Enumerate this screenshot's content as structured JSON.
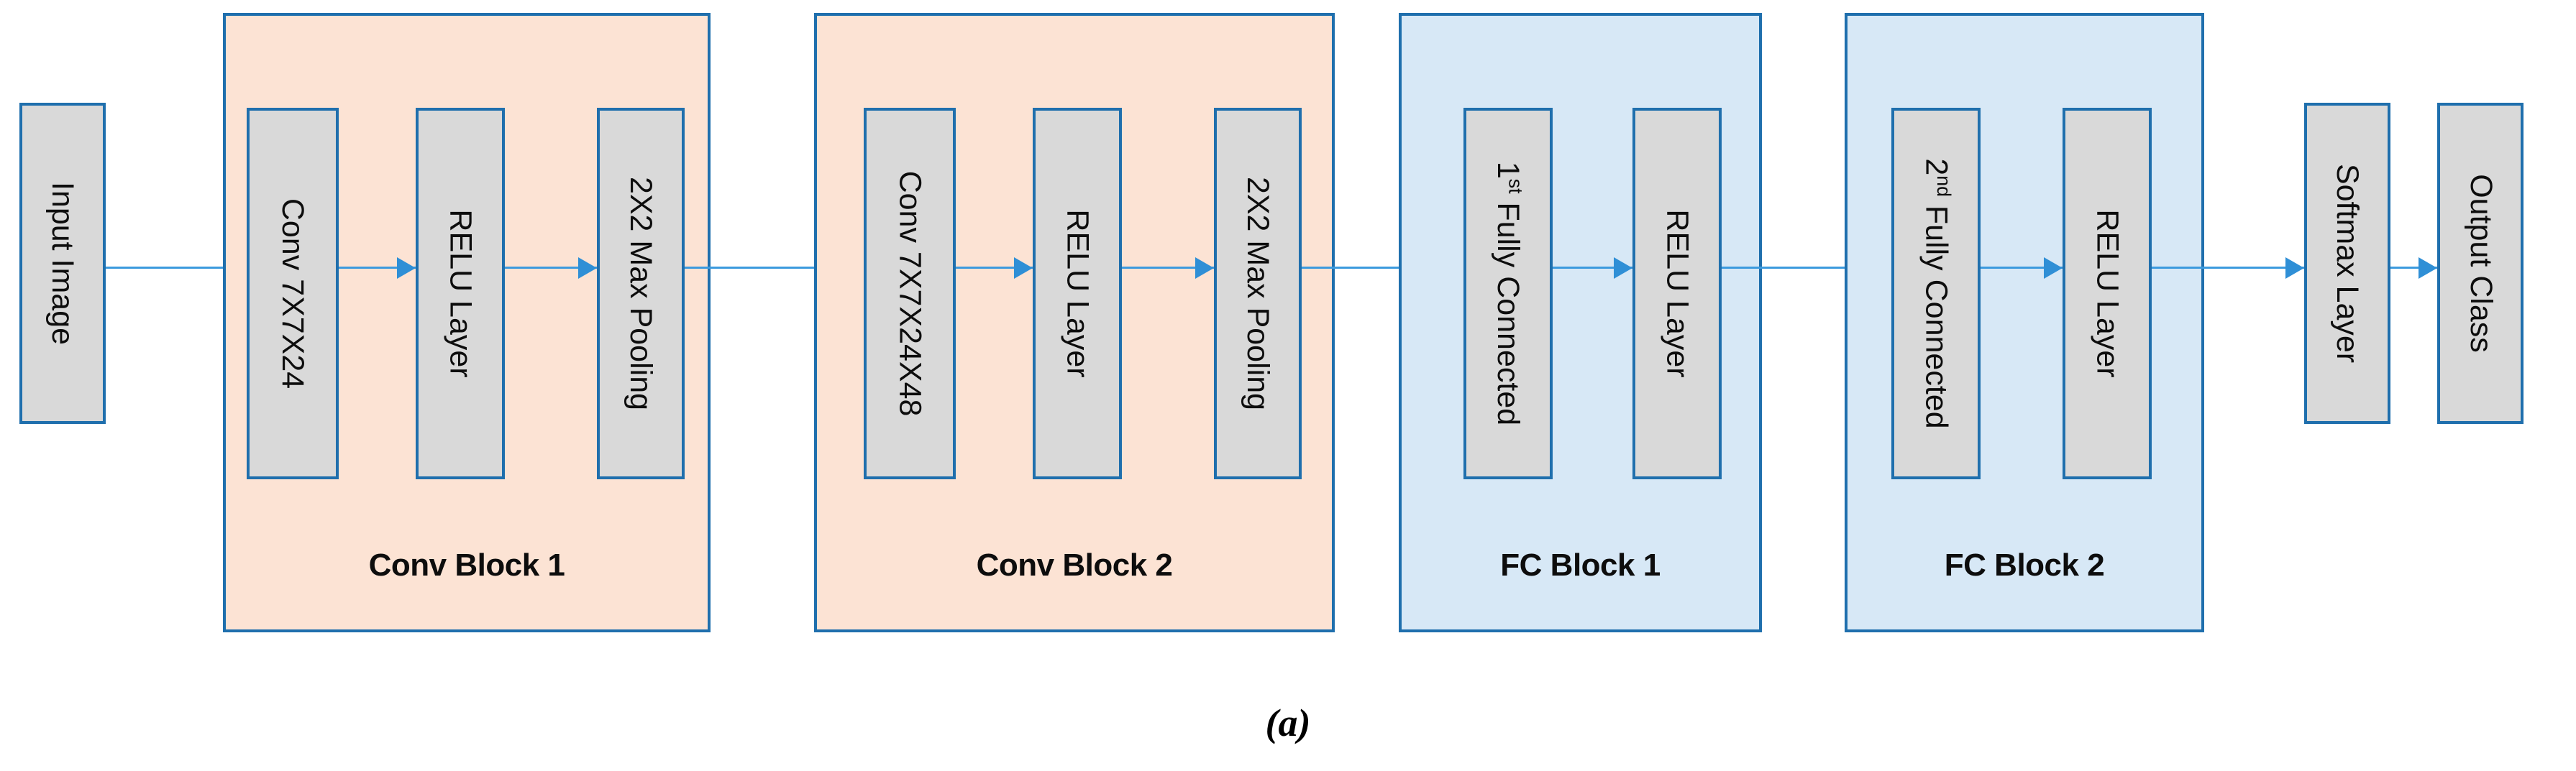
{
  "figure": {
    "caption": "(a)",
    "background_color": "#ffffff"
  },
  "colors": {
    "conv_block_fill": "#fce3d4",
    "fc_block_fill": "#d7e8f6",
    "layer_fill": "#d9d9d9",
    "border": "#1f6fad",
    "connector": "#3c9ade",
    "text": "#0d0d0d"
  },
  "standalone_layers": {
    "input": {
      "label": "Input Image"
    },
    "softmax": {
      "label": "Softmax Layer"
    },
    "output": {
      "label": "Output Class"
    }
  },
  "blocks": [
    {
      "id": "conv-block-1",
      "label": "Conv Block 1",
      "type": "conv",
      "layers": [
        {
          "label": "Conv 7X7X24"
        },
        {
          "label": "RELU Layer"
        },
        {
          "label": "2X2 Max Pooling"
        }
      ]
    },
    {
      "id": "conv-block-2",
      "label": "Conv Block 2",
      "type": "conv",
      "layers": [
        {
          "label": "Conv 7X7X24X48"
        },
        {
          "label": "RELU Layer"
        },
        {
          "label": "2X2 Max Pooling"
        }
      ]
    },
    {
      "id": "fc-block-1",
      "label": "FC Block 1",
      "type": "fc",
      "layers": [
        {
          "label_prefix": "1",
          "label_sup": "st",
          "label_suffix": " Fully Connected"
        },
        {
          "label": "RELU Layer"
        }
      ]
    },
    {
      "id": "fc-block-2",
      "label": "FC Block 2",
      "type": "fc",
      "layers": [
        {
          "label_prefix": "2",
          "label_sup": "nd",
          "label_suffix": " Fully Connected"
        },
        {
          "label": "RELU Layer"
        }
      ]
    }
  ]
}
